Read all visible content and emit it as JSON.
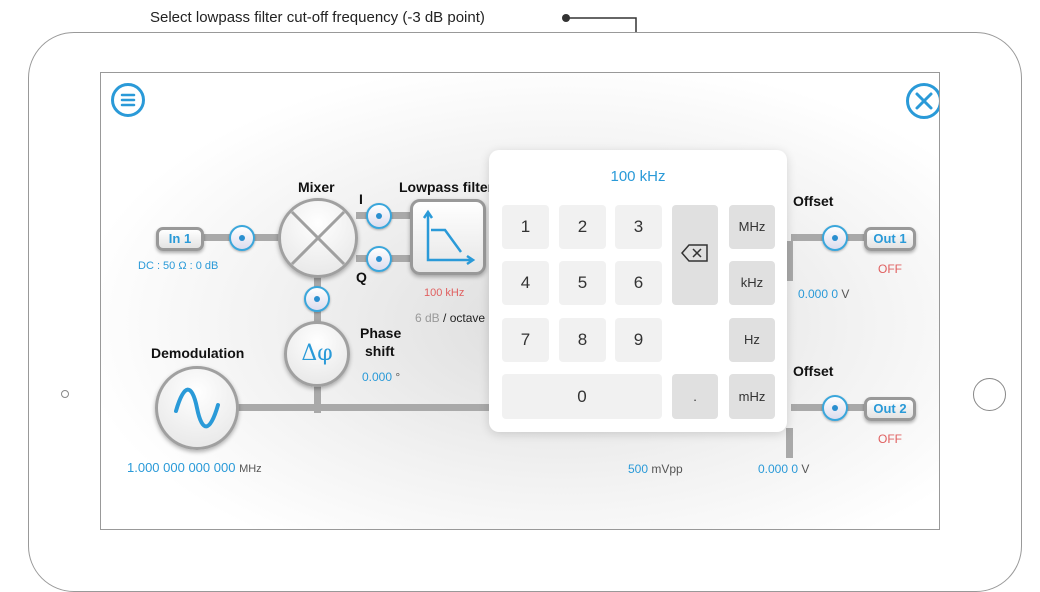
{
  "annotation": "Select lowpass filter cut-off frequency (-3 dB point)",
  "colors": {
    "accent": "#2a9ad8",
    "off": "#e06060"
  },
  "diagram": {
    "in1": {
      "label": "In 1",
      "settings": "DC : 50 Ω : 0 dB"
    },
    "mixer": {
      "label": "Mixer",
      "i": "I",
      "q": "Q"
    },
    "lowpass": {
      "label": "Lowpass filter",
      "freq_value": "100",
      "freq_unit": "kHz",
      "slope_value": "6 dB",
      "slope_unit": "/ octave"
    },
    "phase": {
      "label1": "Phase",
      "label2": "shift",
      "symbol": "Δφ",
      "value": "0.000",
      "unit": "°"
    },
    "demod": {
      "label": "Demodulation",
      "value": "1.000 000 000 000",
      "unit": "MHz"
    },
    "offset1": {
      "label": "Offset",
      "value": "0.000 0",
      "unit": "V"
    },
    "offset2": {
      "label": "Offset",
      "value": "0.000 0",
      "unit": "V"
    },
    "amplitude": {
      "value": "500",
      "unit": "mVpp"
    },
    "out1": {
      "label": "Out 1",
      "status": "OFF"
    },
    "out2": {
      "label": "Out 2",
      "status": "OFF"
    }
  },
  "keypad": {
    "display": "100 kHz",
    "digits": [
      "1",
      "2",
      "3",
      "4",
      "5",
      "6",
      "7",
      "8",
      "9",
      "0"
    ],
    "dot": ".",
    "units": [
      "MHz",
      "kHz",
      "Hz",
      "mHz"
    ]
  }
}
